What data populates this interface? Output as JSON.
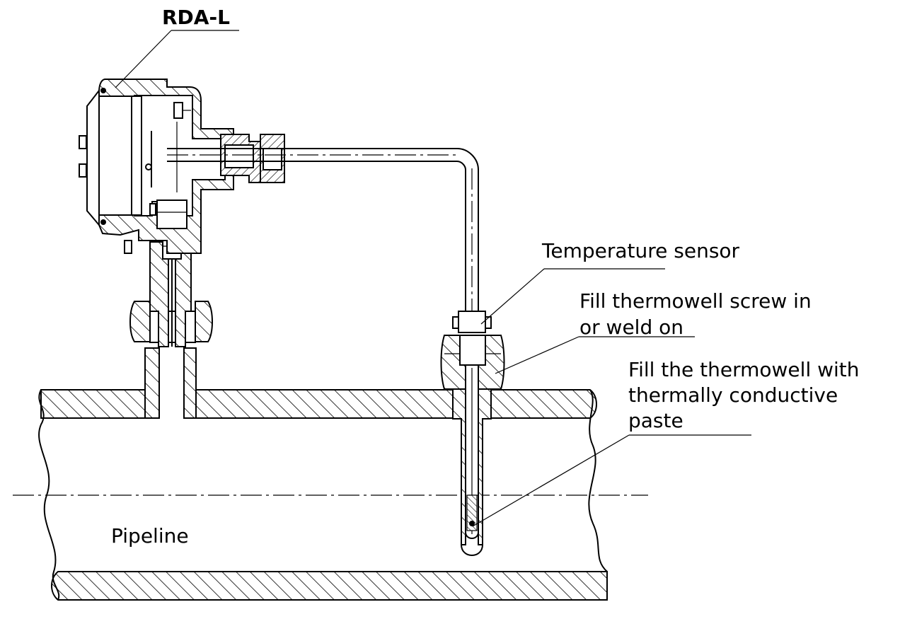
{
  "labels": {
    "device": "RDA-L",
    "sensor": "Temperature sensor",
    "thermowell_fit_line1": "Fill thermowell screw in",
    "thermowell_fit_line2": "or weld on",
    "paste_line1": "Fill the thermowell with",
    "paste_line2": "thermally conductive",
    "paste_line3": "paste",
    "pipeline": "Pipeline"
  }
}
